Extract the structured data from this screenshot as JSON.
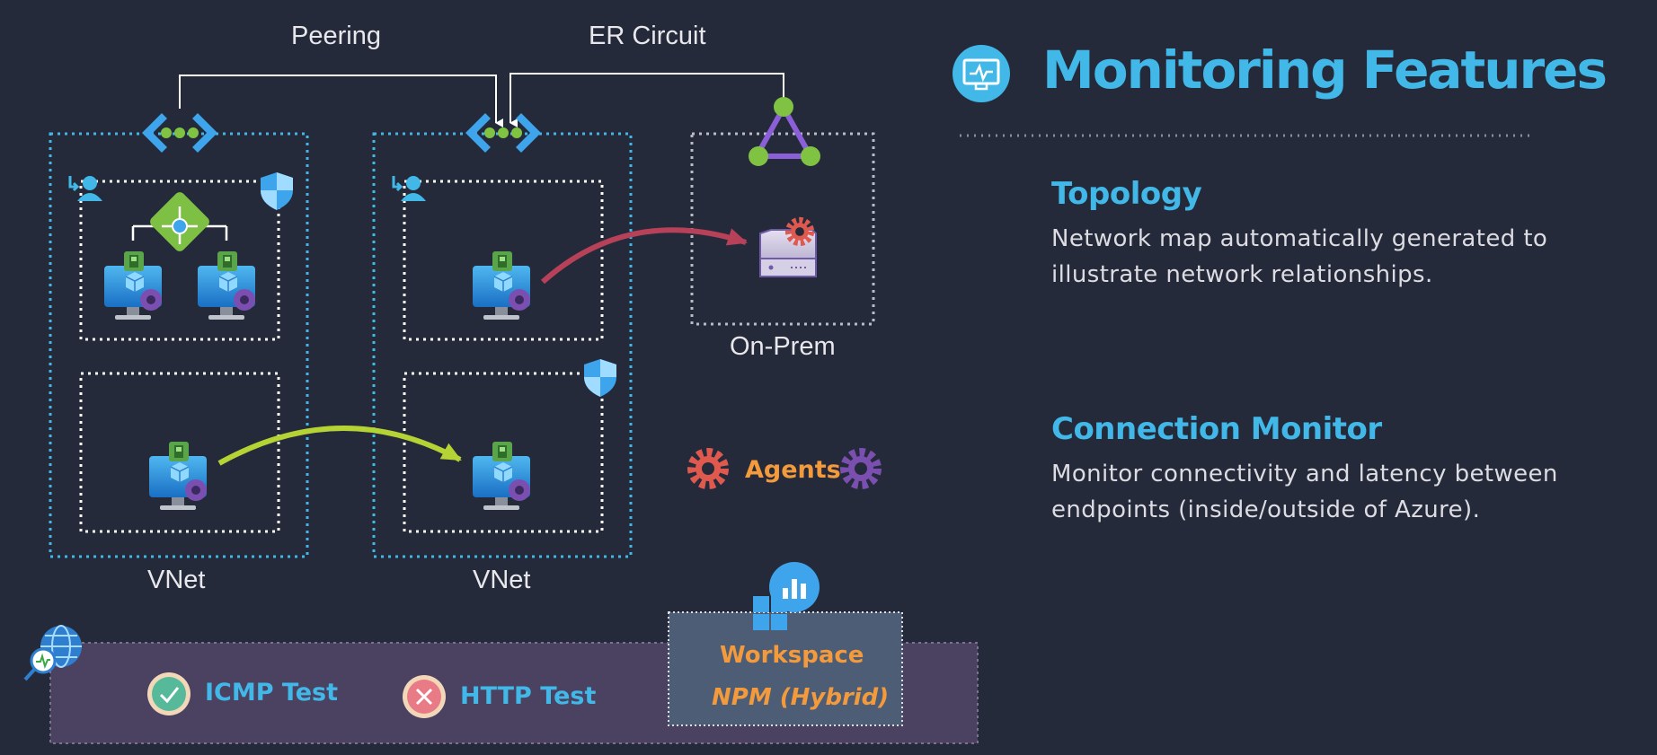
{
  "diagram": {
    "peering_label": "Peering",
    "er_circuit_label": "ER Circuit",
    "vnet_left_label": "VNet",
    "vnet_right_label": "VNet",
    "onprem_label": "On-Prem",
    "agents_label": "Agents",
    "workspace_label": "Workspace",
    "npm_label": "NPM (Hybrid)",
    "icmp_label": "ICMP Test",
    "http_label": "HTTP Test"
  },
  "panel": {
    "title": "Monitoring Features",
    "sections": [
      {
        "heading": "Topology",
        "body": "Network map automatically generated to illustrate network relationships."
      },
      {
        "heading": "Connection Monitor",
        "body": "Monitor connectivity and latency between endpoints (inside/outside of Azure)."
      }
    ]
  },
  "colors": {
    "background": "#252a3a",
    "accent_blue": "#41b8e8",
    "agent_orange": "#f39a3c",
    "bottom_bar": "#4b4262",
    "arrow_green": "#b5d334",
    "arrow_red": "#b8415a"
  }
}
